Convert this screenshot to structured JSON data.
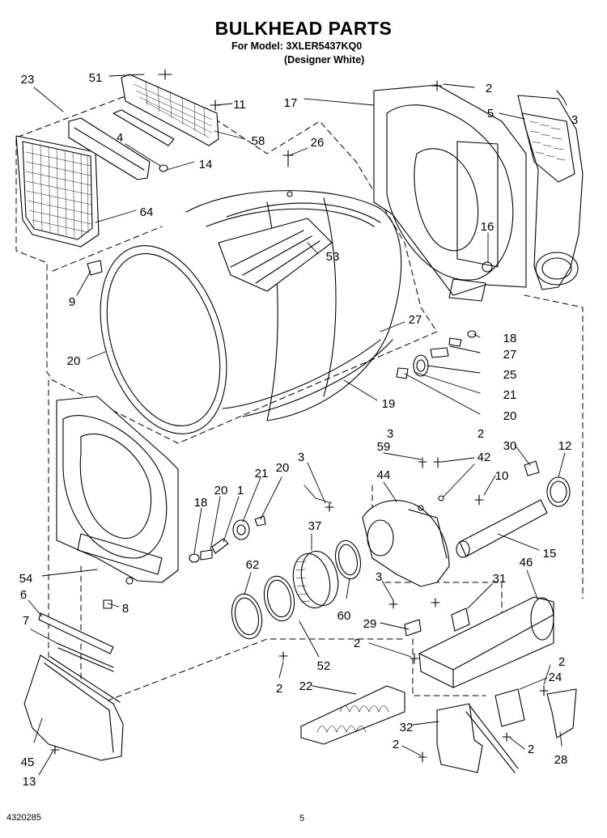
{
  "header": {
    "title": "BULKHEAD PARTS",
    "model": "For Model: 3XLER5437KQ0",
    "variant": "(Designer White)"
  },
  "footer": {
    "doc_number": "4320285",
    "page_number": "5"
  },
  "callouts": [
    "51",
    "2",
    "23",
    "11",
    "17",
    "5",
    "3",
    "4",
    "58",
    "26",
    "14",
    "64",
    "16",
    "53",
    "9",
    "27",
    "18",
    "20",
    "27",
    "19",
    "25",
    "21",
    "20",
    "3",
    "2",
    "59",
    "30",
    "12",
    "42",
    "44",
    "10",
    "21",
    "20",
    "1",
    "20",
    "3",
    "37",
    "15",
    "18",
    "46",
    "31",
    "54",
    "62",
    "3",
    "60",
    "6",
    "8",
    "29",
    "7",
    "2",
    "52",
    "2",
    "22",
    "24",
    "2",
    "32",
    "2",
    "2",
    "28",
    "45",
    "13"
  ]
}
